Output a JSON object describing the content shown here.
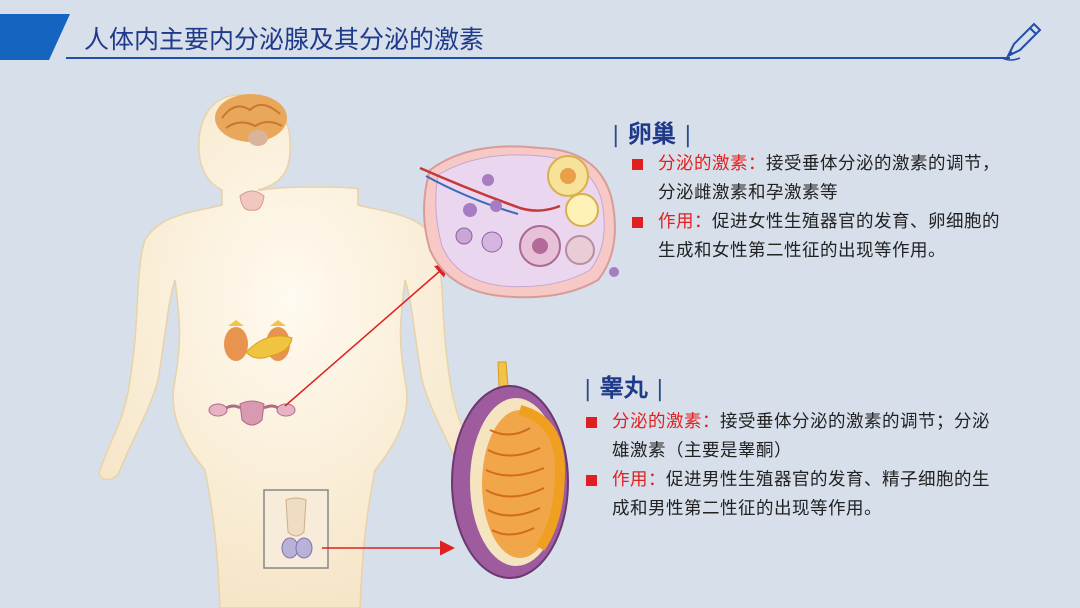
{
  "header": {
    "title": "人体内主要内分泌腺及其分泌的激素"
  },
  "ovary": {
    "title": "卵巢",
    "item1_label": "分泌的激素：",
    "item1_text": "接受垂体分泌的激素的调节，分泌雌激素和孕激素等",
    "item2_label": "作用：",
    "item2_text": "促进女性生殖器官的发育、卵细胞的生成和女性第二性征的出现等作用。"
  },
  "testis": {
    "title": "睾丸",
    "item1_label": "分泌的激素：",
    "item1_text": "接受垂体分泌的激素的调节；分泌雄激素（主要是睾酮）",
    "item2_label": "作用：",
    "item2_text": "促进男性生殖器官的发育、精子细胞的生成和男性第二性征的出现等作用。"
  },
  "colors": {
    "accent": "#1565c0",
    "bullet": "#e02020",
    "background": "#d7dfea"
  },
  "icons": [
    "pen-icon",
    "body-figure",
    "ovary-illustration",
    "testis-illustration"
  ]
}
